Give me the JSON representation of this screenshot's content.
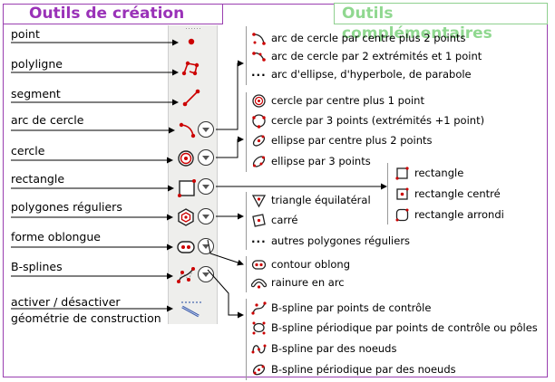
{
  "titles": {
    "left": "Outils de création",
    "right": "Outils complémentaires"
  },
  "tools": [
    {
      "label": "point",
      "icon": "point-icon"
    },
    {
      "label": "polyligne",
      "icon": "polyline-icon"
    },
    {
      "label": "segment",
      "icon": "segment-icon"
    },
    {
      "label": "arc de cercle",
      "icon": "arc-icon"
    },
    {
      "label": "cercle",
      "icon": "circle-icon"
    },
    {
      "label": "rectangle",
      "icon": "rectangle-icon"
    },
    {
      "label": "polygones réguliers",
      "icon": "polygon-icon"
    },
    {
      "label": "forme oblongue",
      "icon": "slot-icon"
    },
    {
      "label": "B-splines",
      "icon": "bspline-icon"
    },
    {
      "label": "activer / désactiver",
      "label2": "géométrie de construction",
      "icon": "construction-geometry-icon"
    }
  ],
  "groups": {
    "arc": [
      "arc de cercle par centre plus 2 points",
      "arc de cercle par 2 extrémités et 1 point",
      "arc d'ellipse, d'hyperbole, de parabole"
    ],
    "circle": [
      "cercle par centre plus 1 point",
      "cercle par 3 points (extrémités +1 point)",
      "ellipse par centre plus 2 points",
      "ellipse par 3 points"
    ],
    "rectangle": [
      "rectangle",
      "rectangle centré",
      "rectangle arrondi"
    ],
    "polygon": [
      "triangle équilatéral",
      "carré",
      "autres polygones réguliers"
    ],
    "slot": [
      "contour oblong",
      "rainure en arc"
    ],
    "bspline": [
      "B-spline par points de contrôle",
      "B-spline périodique par points de contrôle ou pôles",
      "B-spline par des noeuds",
      "B-spline périodique par des noeuds"
    ]
  },
  "colors": {
    "title_left": "#9a32b8",
    "title_right": "#90d890",
    "icon_red": "#cc0000",
    "toolbar_bg": "#eeeeec"
  }
}
